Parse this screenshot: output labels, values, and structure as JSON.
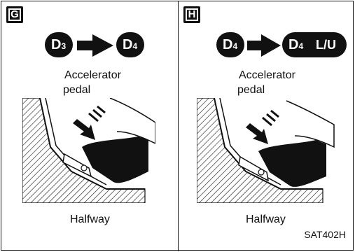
{
  "panels": [
    {
      "letter": "G",
      "from_gear": "D",
      "from_sub": "3",
      "to_gear": "D",
      "to_sub": "4",
      "to_suffix": "",
      "caption": [
        "Accelerator",
        "pedal"
      ],
      "position_label": "Halfway"
    },
    {
      "letter": "H",
      "from_gear": "D",
      "from_sub": "4",
      "to_gear": "D",
      "to_sub": "4",
      "to_suffix": "L/U",
      "caption": [
        "Accelerator",
        "pedal"
      ],
      "position_label": "Halfway"
    }
  ],
  "figure_code": "SAT402H"
}
